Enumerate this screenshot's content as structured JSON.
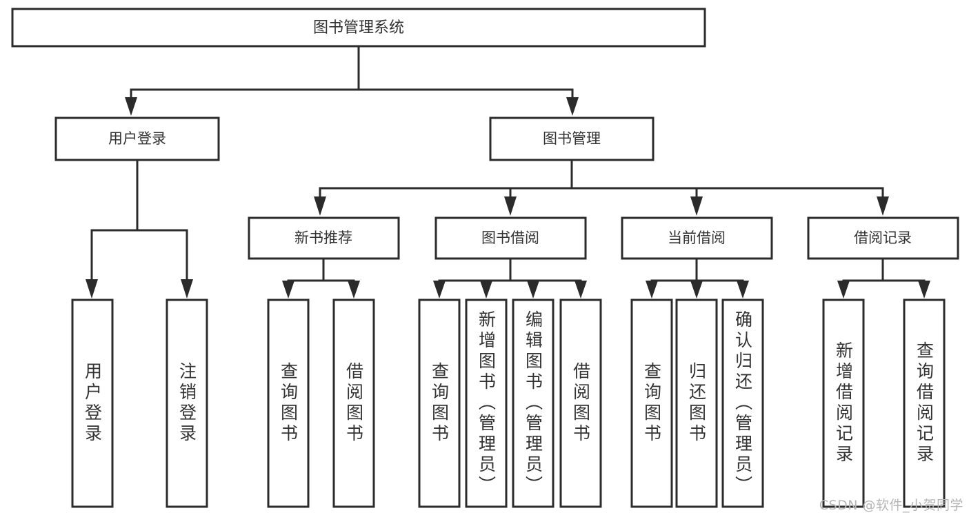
{
  "diagram": {
    "type": "tree-hierarchy-chart",
    "title": "图书管理系统",
    "watermark": "CSDN @软件_小贺同学",
    "colors": {
      "stroke": "#2b2b2b",
      "fill": "#ffffff",
      "text": "#333333",
      "background": "#ffffff",
      "watermark": "#b6b6b6"
    },
    "levels": [
      {
        "level": 1,
        "nodes": [
          {
            "id": "root",
            "label": "图书管理系统",
            "orientation": "horizontal"
          }
        ]
      },
      {
        "level": 2,
        "nodes": [
          {
            "id": "user-login",
            "label": "用户登录",
            "orientation": "horizontal",
            "parent": "root"
          },
          {
            "id": "book-manage",
            "label": "图书管理",
            "orientation": "horizontal",
            "parent": "root"
          }
        ]
      },
      {
        "level": 3,
        "nodes": [
          {
            "id": "new-book-rec",
            "label": "新书推荐",
            "orientation": "horizontal",
            "parent": "book-manage"
          },
          {
            "id": "book-borrow",
            "label": "图书借阅",
            "orientation": "horizontal",
            "parent": "book-manage"
          },
          {
            "id": "current-borrow",
            "label": "当前借阅",
            "orientation": "horizontal",
            "parent": "book-manage"
          },
          {
            "id": "borrow-record",
            "label": "借阅记录",
            "orientation": "horizontal",
            "parent": "book-manage"
          }
        ]
      },
      {
        "level": 4,
        "nodes": [
          {
            "id": "leaf-user-login",
            "label": "用户登录",
            "orientation": "vertical",
            "parent": "user-login"
          },
          {
            "id": "leaf-logout",
            "label": "注销登录",
            "orientation": "vertical",
            "parent": "user-login"
          },
          {
            "id": "leaf-query-book-1",
            "label": "查询图书",
            "orientation": "vertical",
            "parent": "new-book-rec"
          },
          {
            "id": "leaf-borrow-book-1",
            "label": "借阅图书",
            "orientation": "vertical",
            "parent": "new-book-rec"
          },
          {
            "id": "leaf-query-book-2",
            "label": "查询图书",
            "orientation": "vertical",
            "parent": "book-borrow"
          },
          {
            "id": "leaf-add-book",
            "label": "新增图书（管理员）",
            "orientation": "vertical",
            "parent": "book-borrow"
          },
          {
            "id": "leaf-edit-book",
            "label": "编辑图书（管理员）",
            "orientation": "vertical",
            "parent": "book-borrow"
          },
          {
            "id": "leaf-borrow-book-2",
            "label": "借阅图书",
            "orientation": "vertical",
            "parent": "book-borrow"
          },
          {
            "id": "leaf-query-book-3",
            "label": "查询图书",
            "orientation": "vertical",
            "parent": "current-borrow"
          },
          {
            "id": "leaf-return-book",
            "label": "归还图书",
            "orientation": "vertical",
            "parent": "current-borrow"
          },
          {
            "id": "leaf-confirm-return",
            "label": "确认归还（管理员）",
            "orientation": "vertical",
            "parent": "current-borrow"
          },
          {
            "id": "leaf-add-record",
            "label": "新增借阅记录",
            "orientation": "vertical",
            "parent": "borrow-record"
          },
          {
            "id": "leaf-query-record",
            "label": "查询借阅记录",
            "orientation": "vertical",
            "parent": "borrow-record"
          }
        ]
      }
    ]
  }
}
